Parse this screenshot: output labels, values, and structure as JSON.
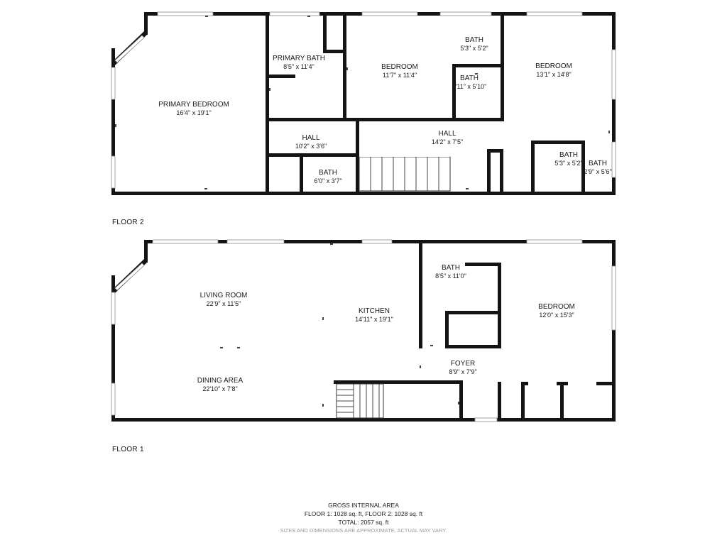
{
  "floors": [
    {
      "label": "FLOOR 2",
      "rooms": [
        {
          "name": "PRIMARY BEDROOM",
          "dims": "16'4\" x 19'1\""
        },
        {
          "name": "PRIMARY BATH",
          "dims": "8'5\" x 11'4\""
        },
        {
          "name": "BEDROOM",
          "dims": "11'7\" x 11'4\""
        },
        {
          "name": "BATH",
          "dims": "5'3\" x 5'2\""
        },
        {
          "name": "BATH",
          "dims": "4'11\" x 5'10\""
        },
        {
          "name": "BEDROOM",
          "dims": "13'1\" x 14'8\""
        },
        {
          "name": "HALL",
          "dims": "10'2\" x 3'6\""
        },
        {
          "name": "HALL",
          "dims": "14'2\" x 7'5\""
        },
        {
          "name": "BATH",
          "dims": "6'0\" x 3'7\""
        },
        {
          "name": "BATH",
          "dims": "5'3\" x 5'2\""
        },
        {
          "name": "BATH",
          "dims": "2'9\" x 5'6\""
        }
      ]
    },
    {
      "label": "FLOOR 1",
      "rooms": [
        {
          "name": "LIVING ROOM",
          "dims": "22'9\" x 11'5\""
        },
        {
          "name": "KITCHEN",
          "dims": "14'11\" x 19'1\""
        },
        {
          "name": "BATH",
          "dims": "8'5\" x 11'0\""
        },
        {
          "name": "BEDROOM",
          "dims": "12'0\" x 15'3\""
        },
        {
          "name": "FOYER",
          "dims": "8'9\" x 7'9\""
        },
        {
          "name": "DINING AREA",
          "dims": "22'10\" x 7'8\""
        }
      ]
    }
  ],
  "area": {
    "title": "GROSS INTERNAL AREA",
    "line1": "FLOOR 1: 1028 sq. ft, FLOOR 2: 1028 sq. ft",
    "line2": "TOTAL: 2057 sq. ft",
    "note": "SIZES AND DIMENSIONS ARE APPROXIMATE, ACTUAL MAY VARY."
  }
}
